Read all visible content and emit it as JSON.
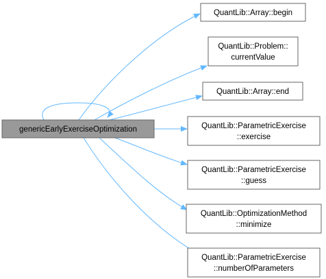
{
  "colors": {
    "edge": "#63b8ff",
    "node_border": "#666666",
    "node_fill": "#ffffff",
    "root_fill": "#999999",
    "text": "#000000"
  },
  "graph": {
    "root": {
      "id": "root",
      "lines": [
        "genericEarlyExerciseOptimization"
      ]
    },
    "callees": [
      {
        "id": "array-begin",
        "lines": [
          "QuantLib::Array::begin"
        ]
      },
      {
        "id": "problem-current-value",
        "lines": [
          "QuantLib::Problem::",
          "currentValue"
        ]
      },
      {
        "id": "array-end",
        "lines": [
          "QuantLib::Array::end"
        ]
      },
      {
        "id": "parametric-exercise-exercise",
        "lines": [
          "QuantLib::ParametricExercise",
          "::exercise"
        ]
      },
      {
        "id": "parametric-exercise-guess",
        "lines": [
          "QuantLib::ParametricExercise",
          "::guess"
        ]
      },
      {
        "id": "optimization-method-minimize",
        "lines": [
          "QuantLib::OptimizationMethod",
          "::minimize"
        ]
      },
      {
        "id": "parametric-exercise-number-of-parameters",
        "lines": [
          "QuantLib::ParametricExercise",
          "::numberOfParameters"
        ]
      }
    ],
    "edges": [
      {
        "from": "root",
        "to": "root"
      },
      {
        "from": "root",
        "to": "array-begin"
      },
      {
        "from": "root",
        "to": "problem-current-value"
      },
      {
        "from": "root",
        "to": "array-end"
      },
      {
        "from": "root",
        "to": "parametric-exercise-exercise"
      },
      {
        "from": "root",
        "to": "parametric-exercise-guess"
      },
      {
        "from": "root",
        "to": "optimization-method-minimize"
      },
      {
        "from": "root",
        "to": "parametric-exercise-number-of-parameters"
      }
    ]
  }
}
